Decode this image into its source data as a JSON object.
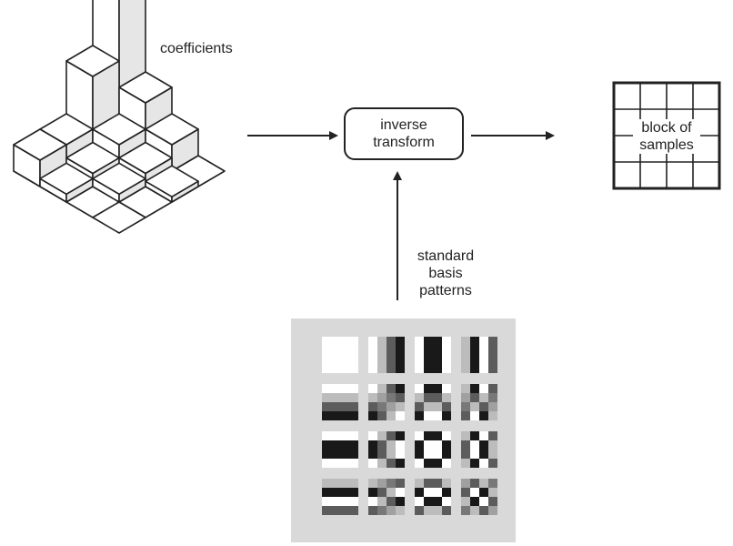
{
  "labels": {
    "coefficients": "coefficients",
    "transform_line1": "inverse",
    "transform_line2": "transform",
    "block_line1": "block of",
    "block_line2": "samples",
    "standard_line1": "standard",
    "standard_line2": "basis",
    "standard_line3": "patterns"
  },
  "colors": {
    "line": "#222222",
    "panel": "#d9d9d9"
  }
}
